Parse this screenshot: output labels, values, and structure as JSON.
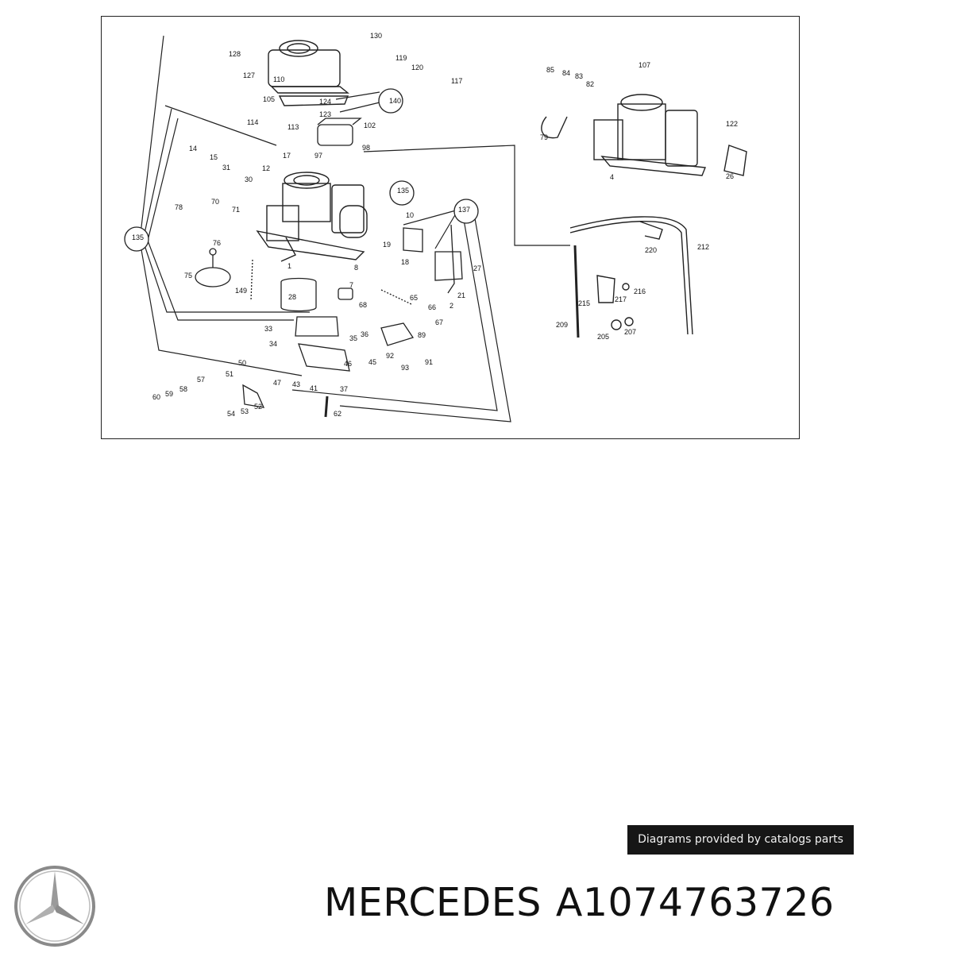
{
  "diagram": {
    "part_numbers": [
      "130",
      "128",
      "127",
      "110",
      "105",
      "119",
      "120",
      "117",
      "124",
      "123",
      "140",
      "114",
      "113",
      "102",
      "97",
      "98",
      "14",
      "15",
      "17",
      "12",
      "31",
      "30",
      "70",
      "71",
      "78",
      "135",
      "135",
      "137",
      "10",
      "19",
      "18",
      "27",
      "21",
      "76",
      "75",
      "149",
      "28",
      "8",
      "7",
      "68",
      "65",
      "66",
      "67",
      "33",
      "34",
      "35",
      "36",
      "89",
      "92",
      "93",
      "91",
      "46",
      "45",
      "50",
      "51",
      "47",
      "43",
      "41",
      "37",
      "57",
      "58",
      "59",
      "60",
      "54",
      "53",
      "52",
      "62",
      "85",
      "84",
      "83",
      "82",
      "107",
      "79",
      "122",
      "4",
      "26",
      "220",
      "212",
      "209",
      "215",
      "217",
      "216",
      "205",
      "207",
      "1",
      "2"
    ]
  },
  "credit": {
    "text": "Diagrams provided by catalogs parts"
  },
  "brand": {
    "name": "MERCEDES",
    "part_number": "A1074763726"
  },
  "icons": {
    "logo": "mercedes-star-icon"
  }
}
